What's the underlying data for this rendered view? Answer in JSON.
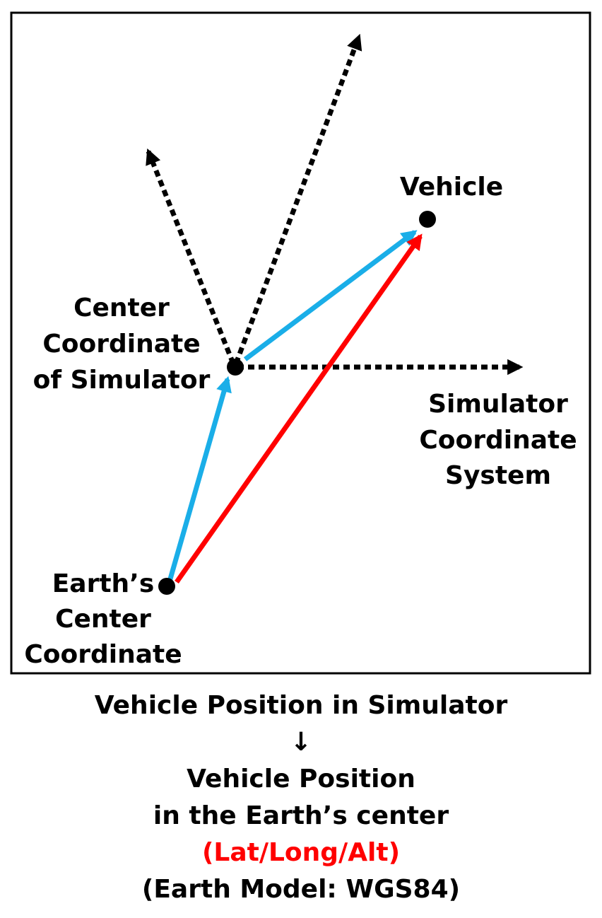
{
  "labels": {
    "vehicle": "Vehicle",
    "center_line1": "Center",
    "center_line2": "Coordinate",
    "center_line3": "of Simulator",
    "sim_line1": "Simulator",
    "sim_line2": "Coordinate",
    "sim_line3": "System",
    "earth_line1": "Earth’s",
    "earth_line2": "Center",
    "earth_line3": "Coordinate"
  },
  "caption": {
    "line1": "Vehicle Position in Simulator",
    "arrow": "↓",
    "line2": "Vehicle Position",
    "line3": "in the Earth’s center",
    "line4": "(Lat/Long/Alt)",
    "line5": "(Earth Model: WGS84)"
  },
  "colors": {
    "blue_vector": "#1aaee8",
    "red_vector": "#ff0000",
    "dotted_axes": "#000000",
    "highlight_text": "#ff0000"
  }
}
